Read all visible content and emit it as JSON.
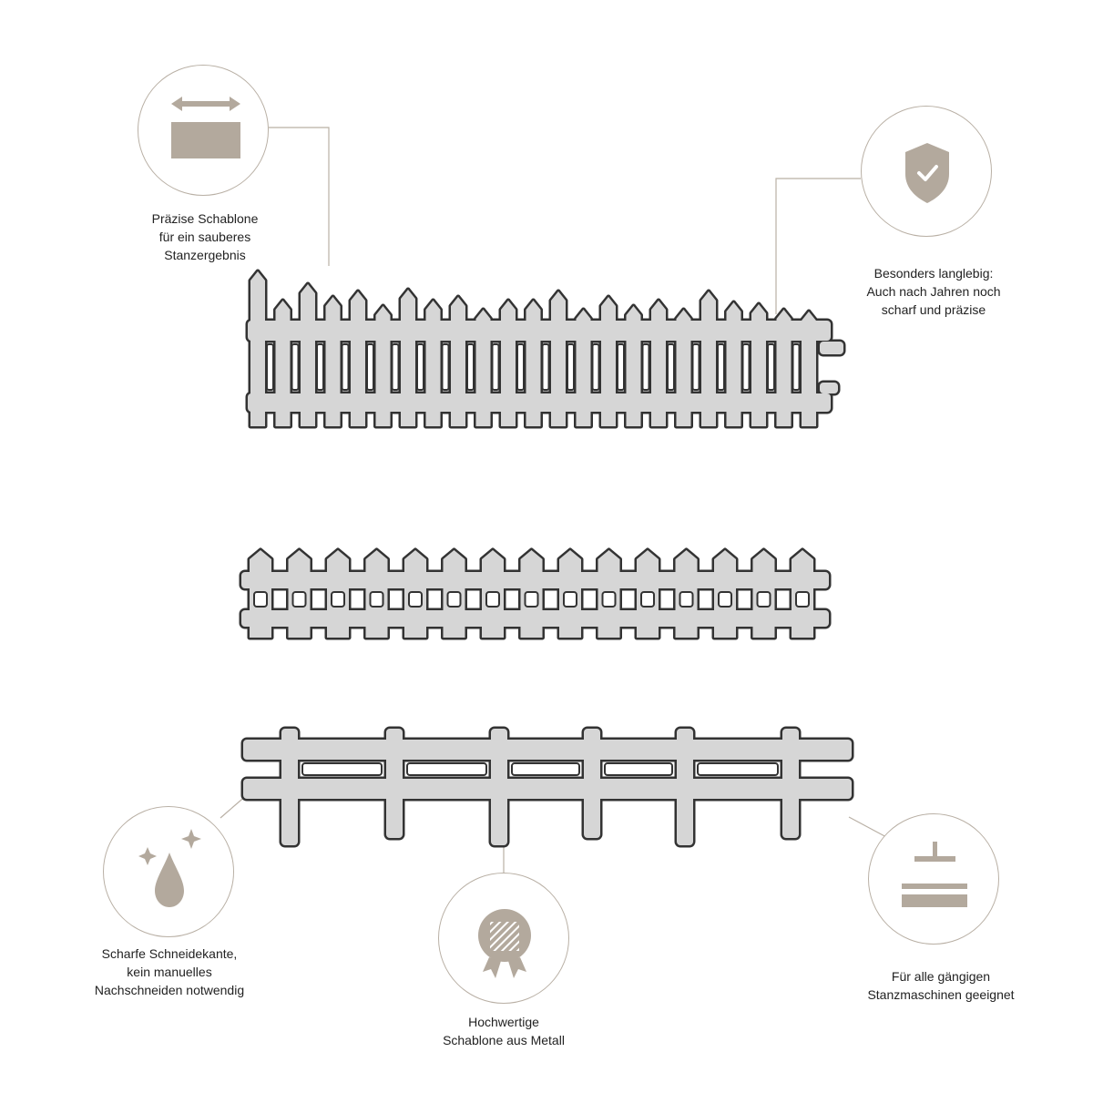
{
  "accent_color": "#b3a99d",
  "features": [
    {
      "id": "precise",
      "icon": "width-arrow-icon",
      "lines": [
        "Präzise Schablone",
        "für ein sauberes",
        "Stanzergebnis"
      ]
    },
    {
      "id": "durable",
      "icon": "shield-check-icon",
      "lines": [
        "Besonders langlebig:",
        "Auch nach Jahren noch",
        "scharf und präzise"
      ]
    },
    {
      "id": "sharp",
      "icon": "droplet-sparkle-icon",
      "lines": [
        "Scharfe Schneidekante,",
        "kein manuelles",
        "Nachschneiden notwendig"
      ]
    },
    {
      "id": "quality",
      "icon": "medal-icon",
      "lines": [
        "Hochwertige",
        "Schablone aus Metall"
      ]
    },
    {
      "id": "machines",
      "icon": "press-machine-icon",
      "lines": [
        "Für alle gängigen",
        "Stanzmaschinen geeignet"
      ]
    }
  ]
}
